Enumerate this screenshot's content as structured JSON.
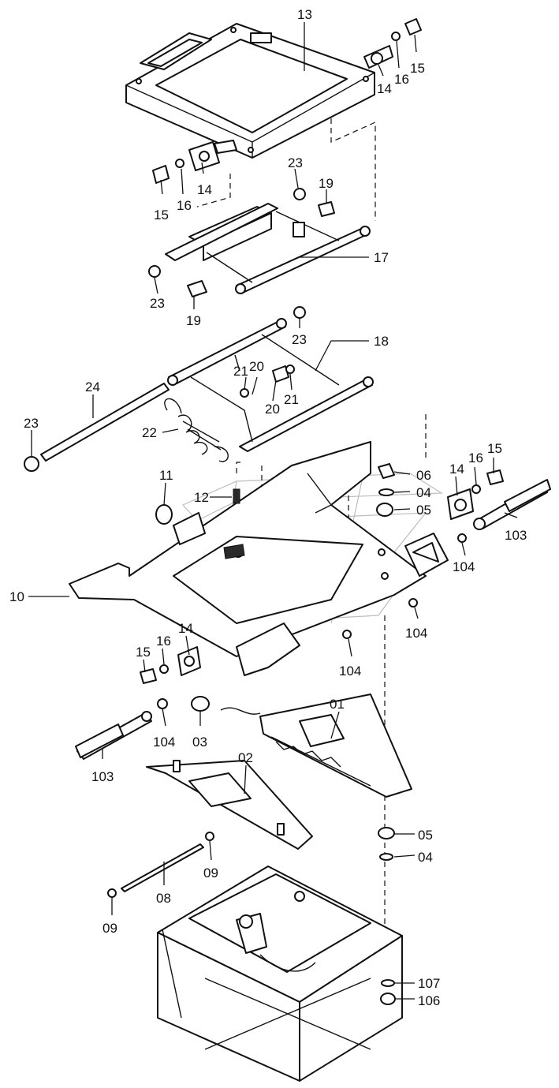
{
  "callouts": [
    {
      "id": "c13a",
      "text": "13"
    },
    {
      "id": "c14a",
      "text": "14"
    },
    {
      "id": "c16a",
      "text": "16"
    },
    {
      "id": "c15a",
      "text": "15"
    },
    {
      "id": "c15b",
      "text": "15"
    },
    {
      "id": "c16b",
      "text": "16"
    },
    {
      "id": "c14b",
      "text": "14"
    },
    {
      "id": "c23a",
      "text": "23"
    },
    {
      "id": "c19a",
      "text": "19"
    },
    {
      "id": "c17",
      "text": "17"
    },
    {
      "id": "c23b",
      "text": "23"
    },
    {
      "id": "c19b",
      "text": "19"
    },
    {
      "id": "c23c",
      "text": "23"
    },
    {
      "id": "c18",
      "text": "18"
    },
    {
      "id": "c21a",
      "text": "21"
    },
    {
      "id": "c20a",
      "text": "20"
    },
    {
      "id": "c20b",
      "text": "20"
    },
    {
      "id": "c21b",
      "text": "21"
    },
    {
      "id": "c24",
      "text": "24"
    },
    {
      "id": "c23d",
      "text": "23"
    },
    {
      "id": "c22",
      "text": "22"
    },
    {
      "id": "c11",
      "text": "11"
    },
    {
      "id": "c12",
      "text": "12"
    },
    {
      "id": "c06a",
      "text": "06"
    },
    {
      "id": "c04a",
      "text": "04"
    },
    {
      "id": "c05a",
      "text": "05"
    },
    {
      "id": "c14c",
      "text": "14"
    },
    {
      "id": "c16c",
      "text": "16"
    },
    {
      "id": "c15c",
      "text": "15"
    },
    {
      "id": "c103a",
      "text": "103"
    },
    {
      "id": "c104a",
      "text": "104"
    },
    {
      "id": "c10",
      "text": "10"
    },
    {
      "id": "c104b",
      "text": "104"
    },
    {
      "id": "c14d",
      "text": "14"
    },
    {
      "id": "c15d",
      "text": "15"
    },
    {
      "id": "c16d",
      "text": "16"
    },
    {
      "id": "c104c",
      "text": "104"
    },
    {
      "id": "c01",
      "text": "01"
    },
    {
      "id": "c104d",
      "text": "104"
    },
    {
      "id": "c03",
      "text": "03"
    },
    {
      "id": "c103b",
      "text": "103"
    },
    {
      "id": "c02",
      "text": "02"
    },
    {
      "id": "c05b",
      "text": "05"
    },
    {
      "id": "c04b",
      "text": "04"
    },
    {
      "id": "c09a",
      "text": "09"
    },
    {
      "id": "c08",
      "text": "08"
    },
    {
      "id": "c09b",
      "text": "09"
    },
    {
      "id": "c107",
      "text": "107"
    },
    {
      "id": "c106",
      "text": "106"
    }
  ]
}
